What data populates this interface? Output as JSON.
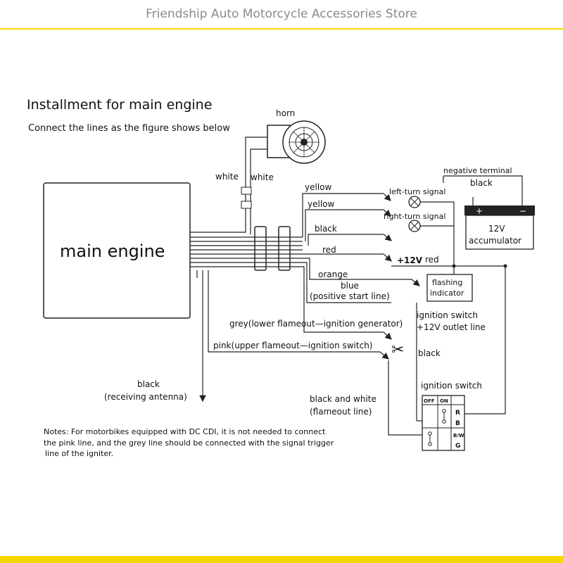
{
  "store": {
    "name": "Friendship Auto Motorcycle Accessories Store"
  },
  "colors": {
    "accent": "#f5d800",
    "line": "#222222"
  },
  "diagram": {
    "title": "Installment for main engine",
    "subtitle": "Connect the lines as the figure shows below",
    "main_engine": "main engine",
    "horn": "horn",
    "white_left": "white",
    "white_right": "white",
    "yellow1": "yellow",
    "yellow2": "yellow",
    "black_wire": "black",
    "red_wire": "red",
    "orange_wire": "orange",
    "blue_wire": "blue",
    "positive_start": "(positive start line)",
    "grey_wire": "grey(lower flameout—ignition generator)",
    "pink_wire": "pink(upper flameout—ignition switch)",
    "left_turn": "left-turn signal",
    "right_turn": "right-turn signal",
    "negative_terminal": "negative terminal",
    "battery_black": "black",
    "battery_plus": "+",
    "battery_minus": "−",
    "battery_label": "12V",
    "battery_sub": "accumulator",
    "plus12v": "+12V",
    "red_label": "red",
    "flashing_1": "flashing",
    "flashing_2": "indicator",
    "ign_outlet_1": "ignition switch",
    "ign_outlet_2": "+12V outlet line",
    "black_scissors": "black",
    "ign_switch_title": "ignition switch",
    "switch_off": "OFF",
    "switch_on": "ON",
    "switch_r": "R",
    "switch_b": "B",
    "switch_bw": "B/W",
    "switch_g": "G",
    "bw_1": "black and white",
    "bw_2": "(flameout line)",
    "antenna_1": "black",
    "antenna_2": "(receiving antenna)",
    "note_1": "Notes: For motorbikes equipped with DC CDI, it is not needed to connect",
    "note_2": "the pink line, and the grey line should be connected with the signal trigger",
    "note_3": "line of the igniter."
  }
}
